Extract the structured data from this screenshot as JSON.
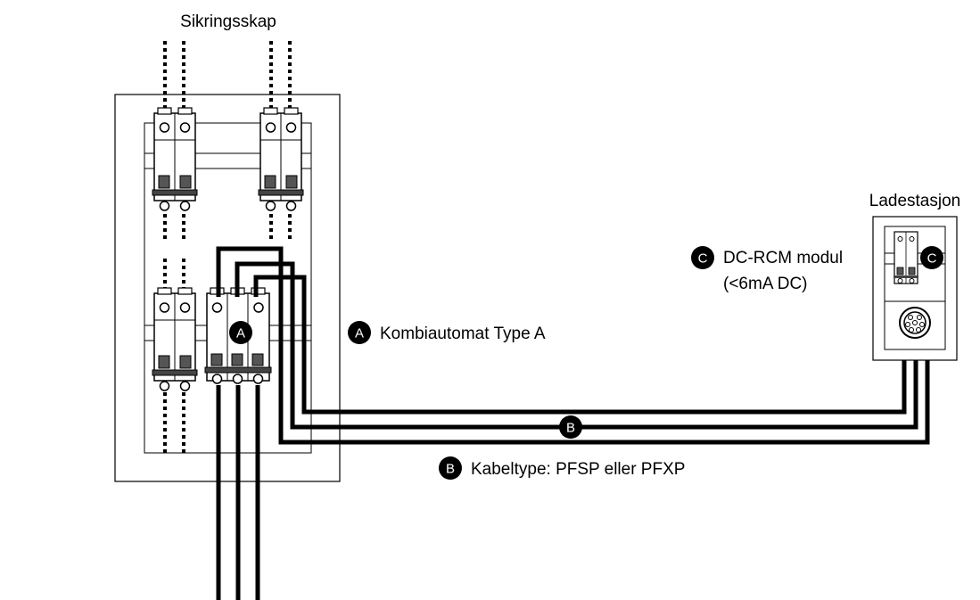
{
  "panel": {
    "title": "Sikringsskap"
  },
  "station": {
    "title": "Ladestasjon"
  },
  "badges": {
    "a": "A",
    "b": "B",
    "c": "C"
  },
  "legend": {
    "a_text": "Kombiautomat Type A",
    "b_text": "Kabeltype: PFSP eller PFXP",
    "c_line1": "DC-RCM modul",
    "c_line2": "(<6mA DC)"
  }
}
